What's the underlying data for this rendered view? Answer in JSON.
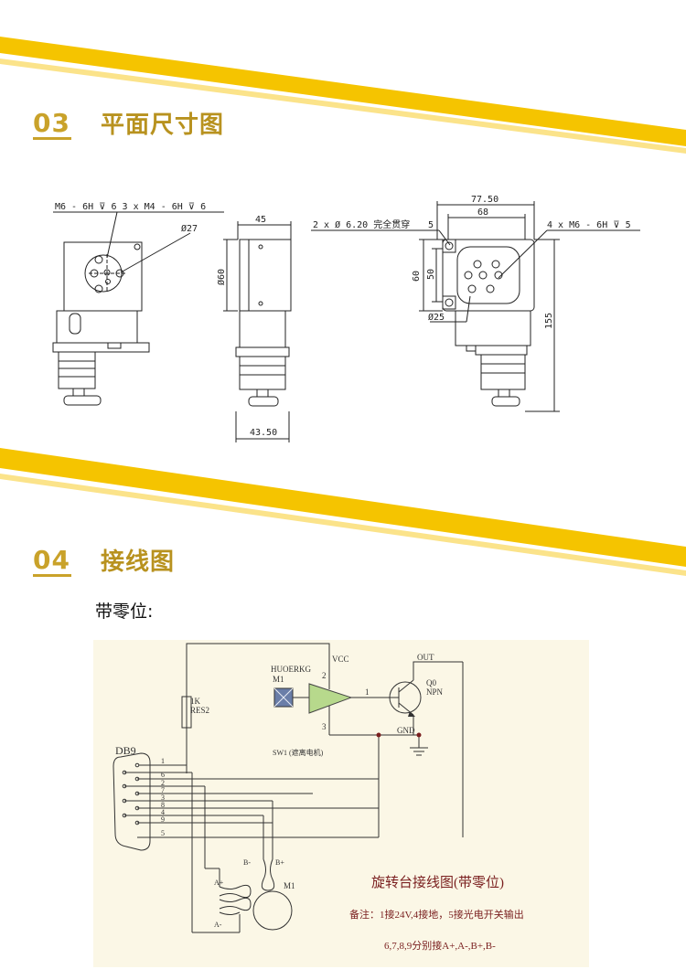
{
  "colors": {
    "accent_gold": "#c9a22a",
    "band_yellow": "#f5c400",
    "wiring_bg": "#fbf7e6",
    "wiring_text": "#7a1f1f"
  },
  "sections": {
    "s3": {
      "number": "03",
      "title": "平面尺寸图"
    },
    "s4": {
      "number": "04",
      "title": "接线图",
      "subheading": "带零位:"
    }
  },
  "drawing_front": {
    "thread_note": "M6 - 6H ⊽ 6   3 x  M4 - 6H ⊽ 6",
    "dia_label": "Ø27"
  },
  "drawing_side": {
    "top_dim": "45",
    "dia_label": "Ø60",
    "bottom_dim": "43.50"
  },
  "drawing_top": {
    "hole_note": "2 x  Ø 6.20 完全贯穿",
    "dim_5_top": "5",
    "dim_77_50": "77.50",
    "dim_68": "68",
    "thread_note": "4 x  M6 - 6H ⊽ 5",
    "dim_60": "60",
    "dim_50": "50",
    "dia_label": "Ø25",
    "dim_155": "155"
  },
  "wiring": {
    "brand_label": "HUOERKG",
    "m1_label": "M1",
    "vcc_label": "VCC",
    "out_label": "OUT",
    "pin2": "2",
    "pin3": "3",
    "pin1_amp": "1",
    "q0": "Q0",
    "npn": "NPN",
    "gnd": "GND",
    "resistor_value": "1K",
    "resistor_name": "RES2",
    "sw1": "SW1 (遮离电机)",
    "db9": "DB9",
    "db9_pins": [
      "1",
      "6",
      "2",
      "7",
      "3",
      "8",
      "4",
      "9",
      "5"
    ],
    "b_minus": "B-",
    "b_plus": "B+",
    "a_plus": "A+",
    "a_minus": "A-",
    "motor_label": "M1",
    "title": "旋转台接线图(带零位)",
    "note1": "备注：1接24V,4接地，5接光电开关输出",
    "note2": "6,7,8,9分别接A+,A-,B+,B-"
  }
}
